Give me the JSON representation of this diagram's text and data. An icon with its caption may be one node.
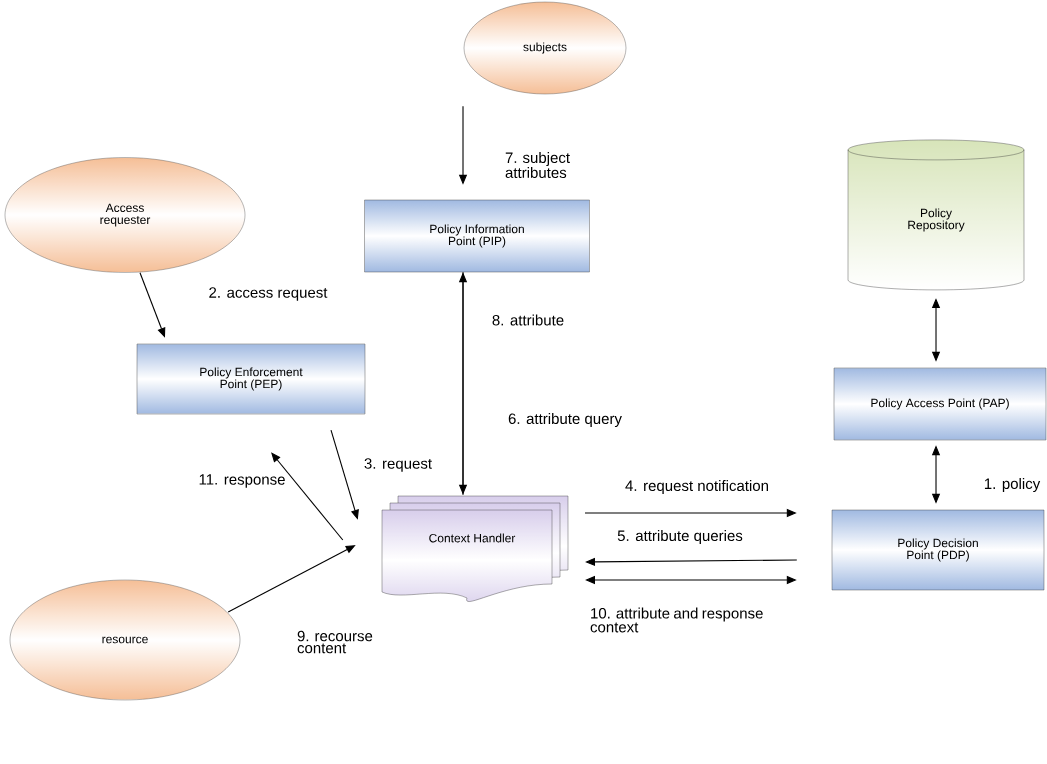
{
  "diagram": {
    "nodes": [
      {
        "text": [
          "subjects"
        ]
      },
      {
        "text": [
          "Access requester"
        ]
      },
      {
        "text": [
          "Policy Information Point (PIP)"
        ]
      },
      {
        "text": [
          "Policy Repository"
        ]
      },
      {
        "text": [
          "Policy Enforcement Point (PEP)"
        ]
      },
      {
        "text": [
          "Policy Access Point (PAP)"
        ]
      },
      {
        "text": [
          "Context Handler"
        ]
      },
      {
        "text": [
          "Policy Decision Point (PDP)"
        ]
      },
      {
        "text": [
          "resource"
        ]
      }
    ],
    "edges": [
      {
        "from": 0,
        "to": 2,
        "arrow": "to",
        "label": "7. subject attributes"
      },
      {
        "from": 1,
        "to": 4,
        "arrow": "to",
        "label": "2. access request"
      },
      {
        "from": 4,
        "to": 6,
        "arrow": "to",
        "label": "3. request"
      },
      {
        "from": 6,
        "to": 4,
        "arrow": "to",
        "label": "11. response"
      },
      {
        "from": 6,
        "to": 2,
        "arrow": "to",
        "label": "8. attribute"
      },
      {
        "from": 2,
        "to": 6,
        "arrow": "to",
        "label": "6. attribute query"
      },
      {
        "from": 3,
        "to": 5,
        "arrow": "both"
      },
      {
        "from": 5,
        "to": 7,
        "arrow": "both",
        "label": "1. policy"
      },
      {
        "from": 6,
        "to": 7,
        "arrow": "to",
        "label": "4. request notification"
      },
      {
        "from": 7,
        "to": 6,
        "arrow": "to",
        "label": "5. attribute queries"
      },
      {
        "from": 6,
        "to": 7,
        "arrow": "both",
        "label": "10. attribute and response context"
      },
      {
        "from": 8,
        "to": 6,
        "arrow": "to",
        "label": "9. recourse content"
      }
    ]
  }
}
